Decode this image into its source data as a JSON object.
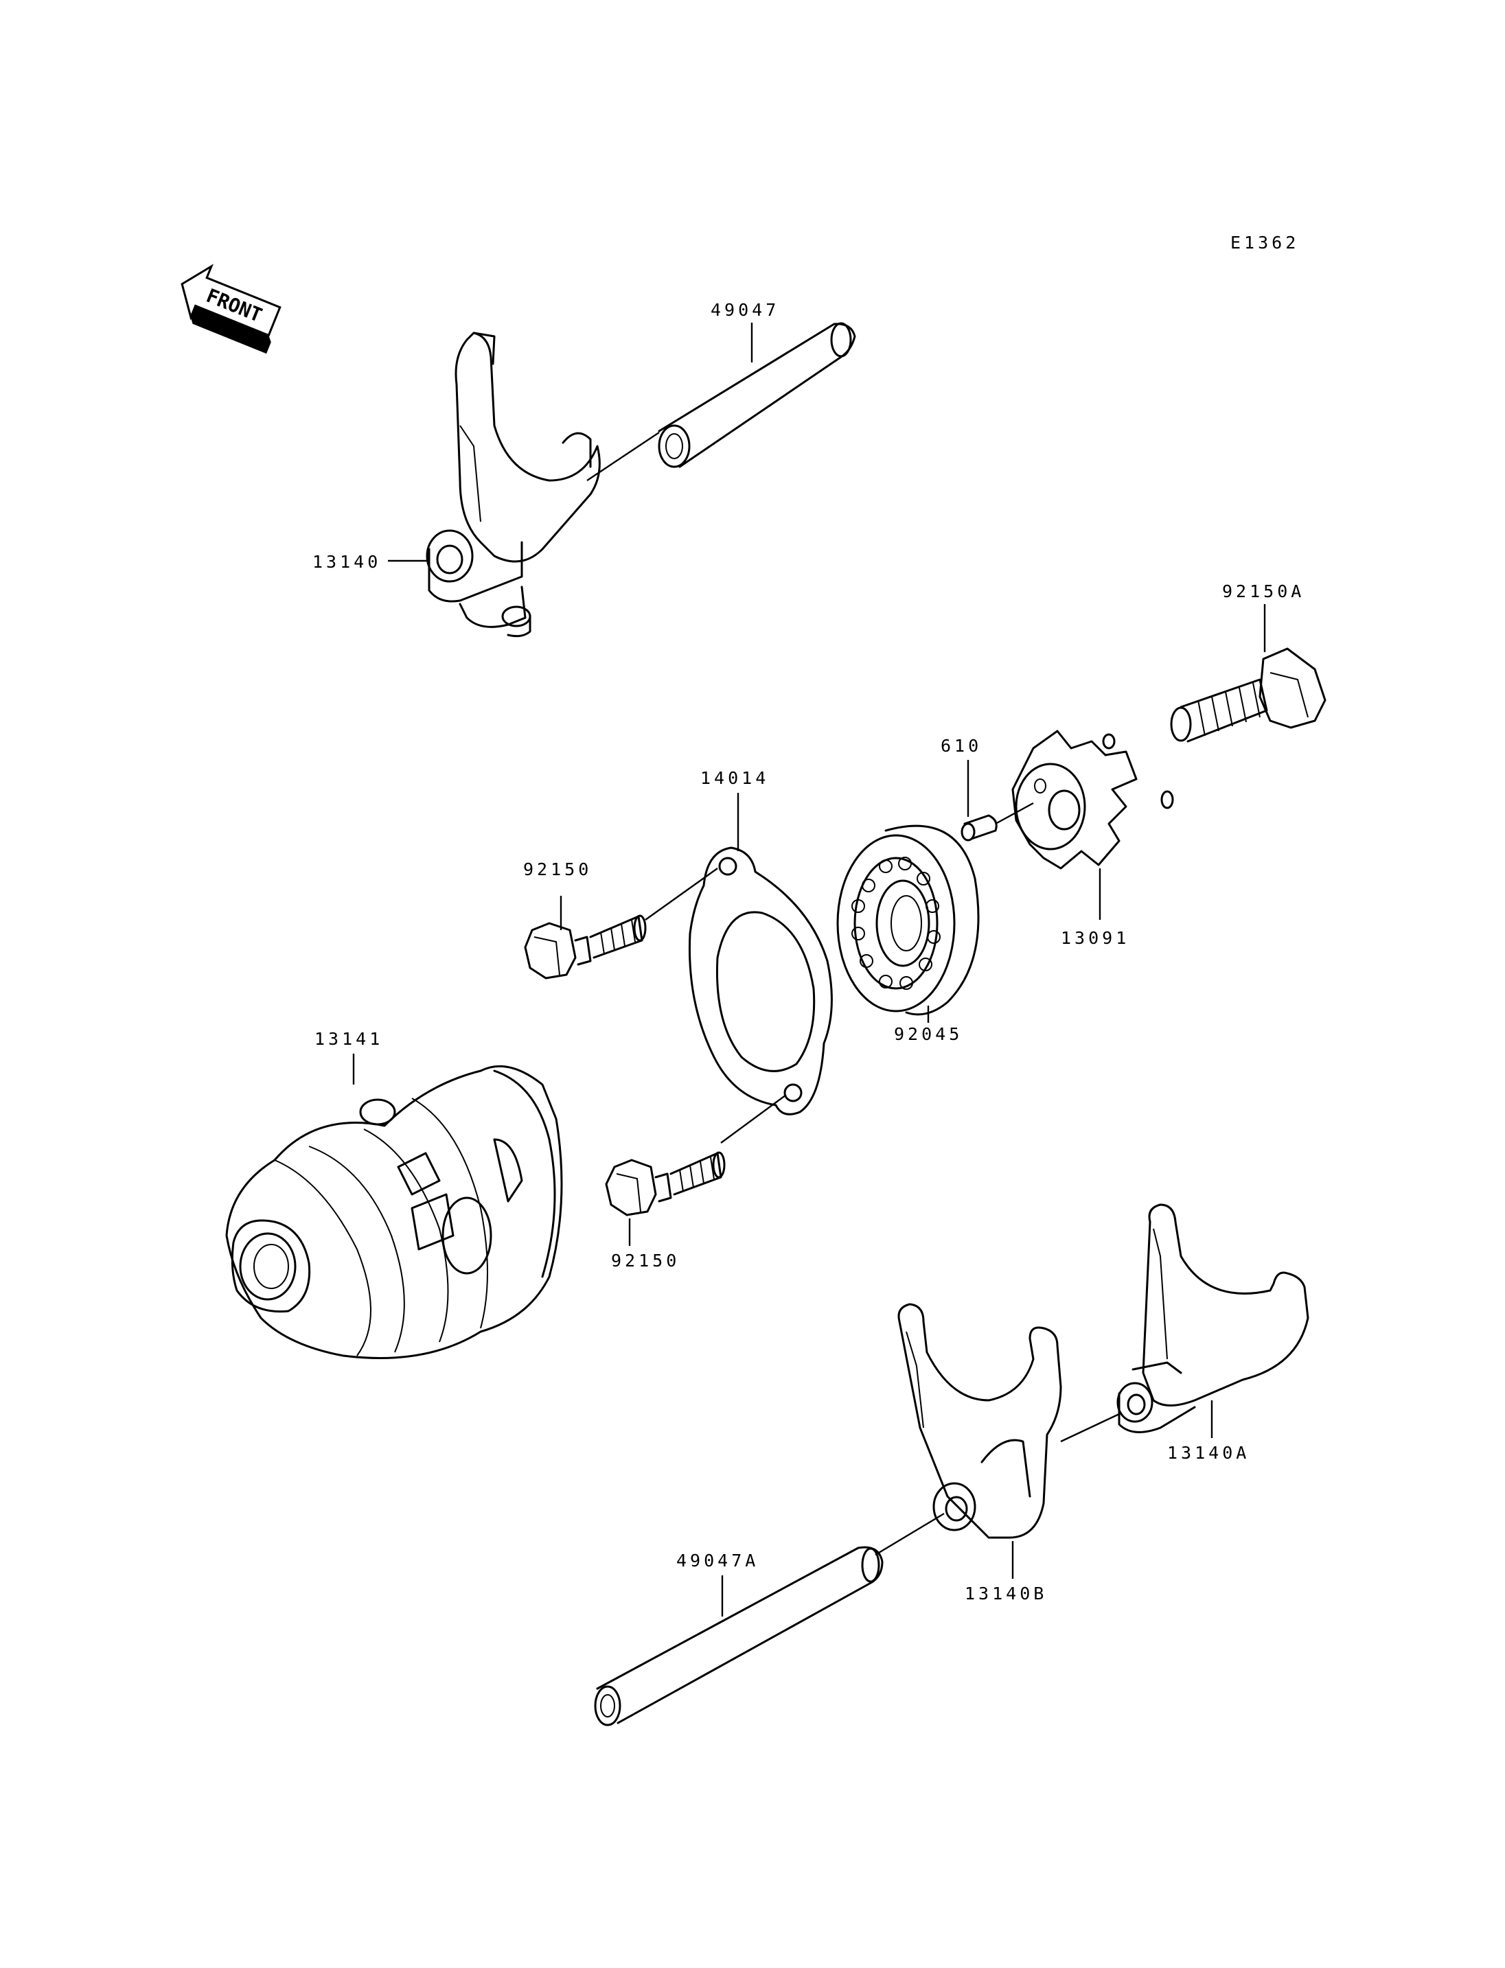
{
  "diagram_code": "E1362",
  "front_label": "FRONT",
  "labels": {
    "p49047": "49047",
    "p13140": "13140",
    "p92150A": "92150A",
    "p610": "610",
    "p14014": "14014",
    "p92150_top": "92150",
    "p13091": "13091",
    "p92045": "92045",
    "p13141": "13141",
    "p92150_bottom": "92150",
    "p13140A": "13140A",
    "p49047A": "49047A",
    "p13140B": "13140B"
  }
}
